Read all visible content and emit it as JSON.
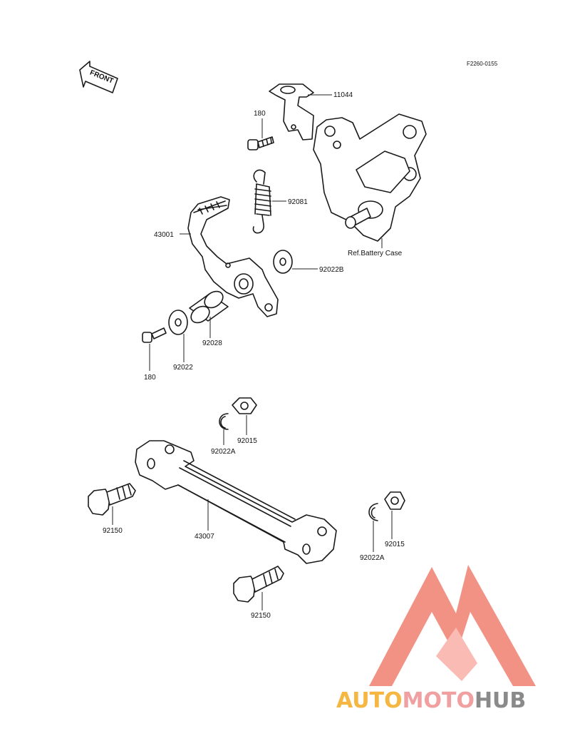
{
  "figure_code": "F2260-0155",
  "front_label": "FRONT",
  "colors": {
    "line": "#1a1a1a",
    "watermark_red": "#f08070",
    "watermark_orange": "#f5b642",
    "watermark_pink": "#f0a0a0",
    "watermark_gray": "#8a8a8a"
  },
  "callouts": [
    {
      "id": "c11044",
      "part": "11044"
    },
    {
      "id": "c180a",
      "part": "180"
    },
    {
      "id": "c92081",
      "part": "92081"
    },
    {
      "id": "cref",
      "part": "Ref.Battery Case"
    },
    {
      "id": "c43001",
      "part": "43001"
    },
    {
      "id": "c92022b",
      "part": "92022B"
    },
    {
      "id": "c92028",
      "part": "92028"
    },
    {
      "id": "c92022",
      "part": "92022"
    },
    {
      "id": "c180b",
      "part": "180"
    },
    {
      "id": "c92015a",
      "part": "92015"
    },
    {
      "id": "c92022aa",
      "part": "92022A"
    },
    {
      "id": "c92150a",
      "part": "92150"
    },
    {
      "id": "c43007",
      "part": "43007"
    },
    {
      "id": "c92015b",
      "part": "92015"
    },
    {
      "id": "c92022ab",
      "part": "92022A"
    },
    {
      "id": "c92150b",
      "part": "92150"
    }
  ],
  "watermark": {
    "part1": "AUTO",
    "part2": "MOTO",
    "part3": "HUB"
  }
}
